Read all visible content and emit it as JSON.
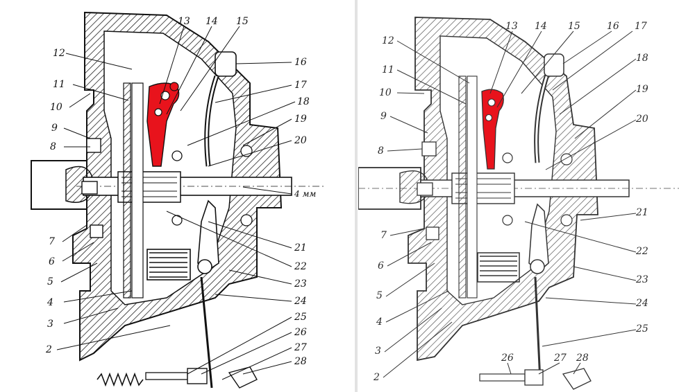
{
  "left_panel": {
    "callouts": [
      "2",
      "3",
      "4",
      "5",
      "6",
      "7",
      "8",
      "9",
      "10",
      "11",
      "12",
      "13",
      "14",
      "15",
      "16",
      "17",
      "18",
      "19",
      "20",
      "21",
      "22",
      "23",
      "24",
      "25",
      "26",
      "27",
      "28"
    ],
    "measurement_label": "4 мм",
    "highlight_color": "#e8131c"
  },
  "right_panel": {
    "callouts": [
      "2",
      "3",
      "4",
      "5",
      "6",
      "7",
      "8",
      "9",
      "10",
      "11",
      "12",
      "13",
      "14",
      "15",
      "16",
      "17",
      "18",
      "19",
      "20",
      "21",
      "22",
      "23",
      "24",
      "25",
      "26",
      "27",
      "28"
    ],
    "highlight_color": "#e8131c"
  }
}
